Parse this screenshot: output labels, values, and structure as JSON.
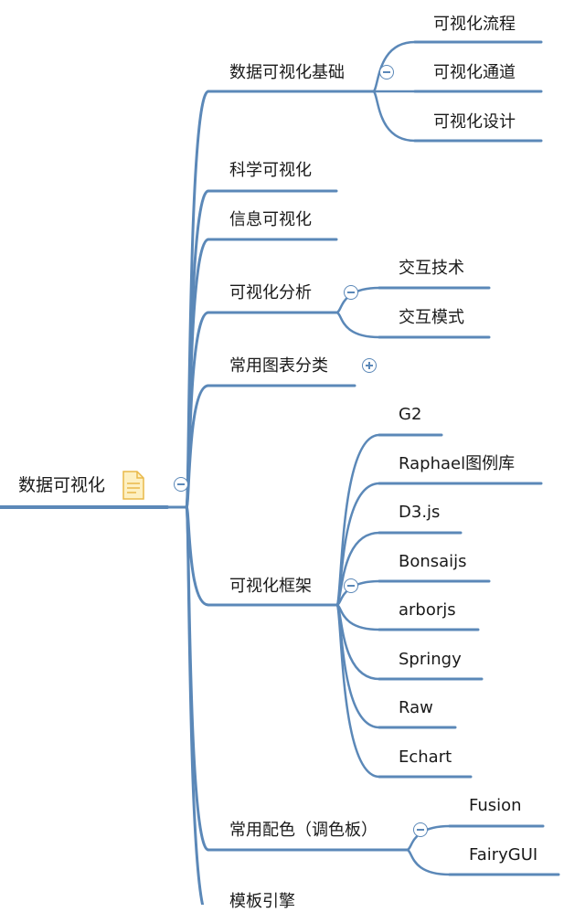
{
  "diagram": {
    "root": {
      "label": "数据可视化",
      "icon": "note-icon"
    },
    "branches": [
      {
        "id": "basics",
        "label": "数据可视化基础",
        "toggle": "collapse",
        "children": [
          "可视化流程",
          "可视化通道",
          "可视化设计"
        ]
      },
      {
        "id": "science",
        "label": "科学可视化"
      },
      {
        "id": "info",
        "label": "信息可视化"
      },
      {
        "id": "analysis",
        "label": "可视化分析",
        "toggle": "collapse",
        "children": [
          "交互技术",
          "交互模式"
        ]
      },
      {
        "id": "charts",
        "label": "常用图表分类",
        "toggle": "expand"
      },
      {
        "id": "frameworks",
        "label": "可视化框架",
        "toggle": "collapse",
        "children": [
          "G2",
          "Raphael图例库",
          "D3.js",
          "Bonsaijs",
          "arborjs",
          "Springy",
          "Raw",
          "Echart"
        ]
      },
      {
        "id": "colors",
        "label": "常用配色（调色板）",
        "toggle": "collapse",
        "children": [
          "Fusion",
          "FairyGUI"
        ]
      },
      {
        "id": "templates",
        "label": "模板引擎"
      }
    ],
    "colors": {
      "line": "#5b88b8",
      "text": "#1a1a1a",
      "note": "#f5c542"
    }
  }
}
